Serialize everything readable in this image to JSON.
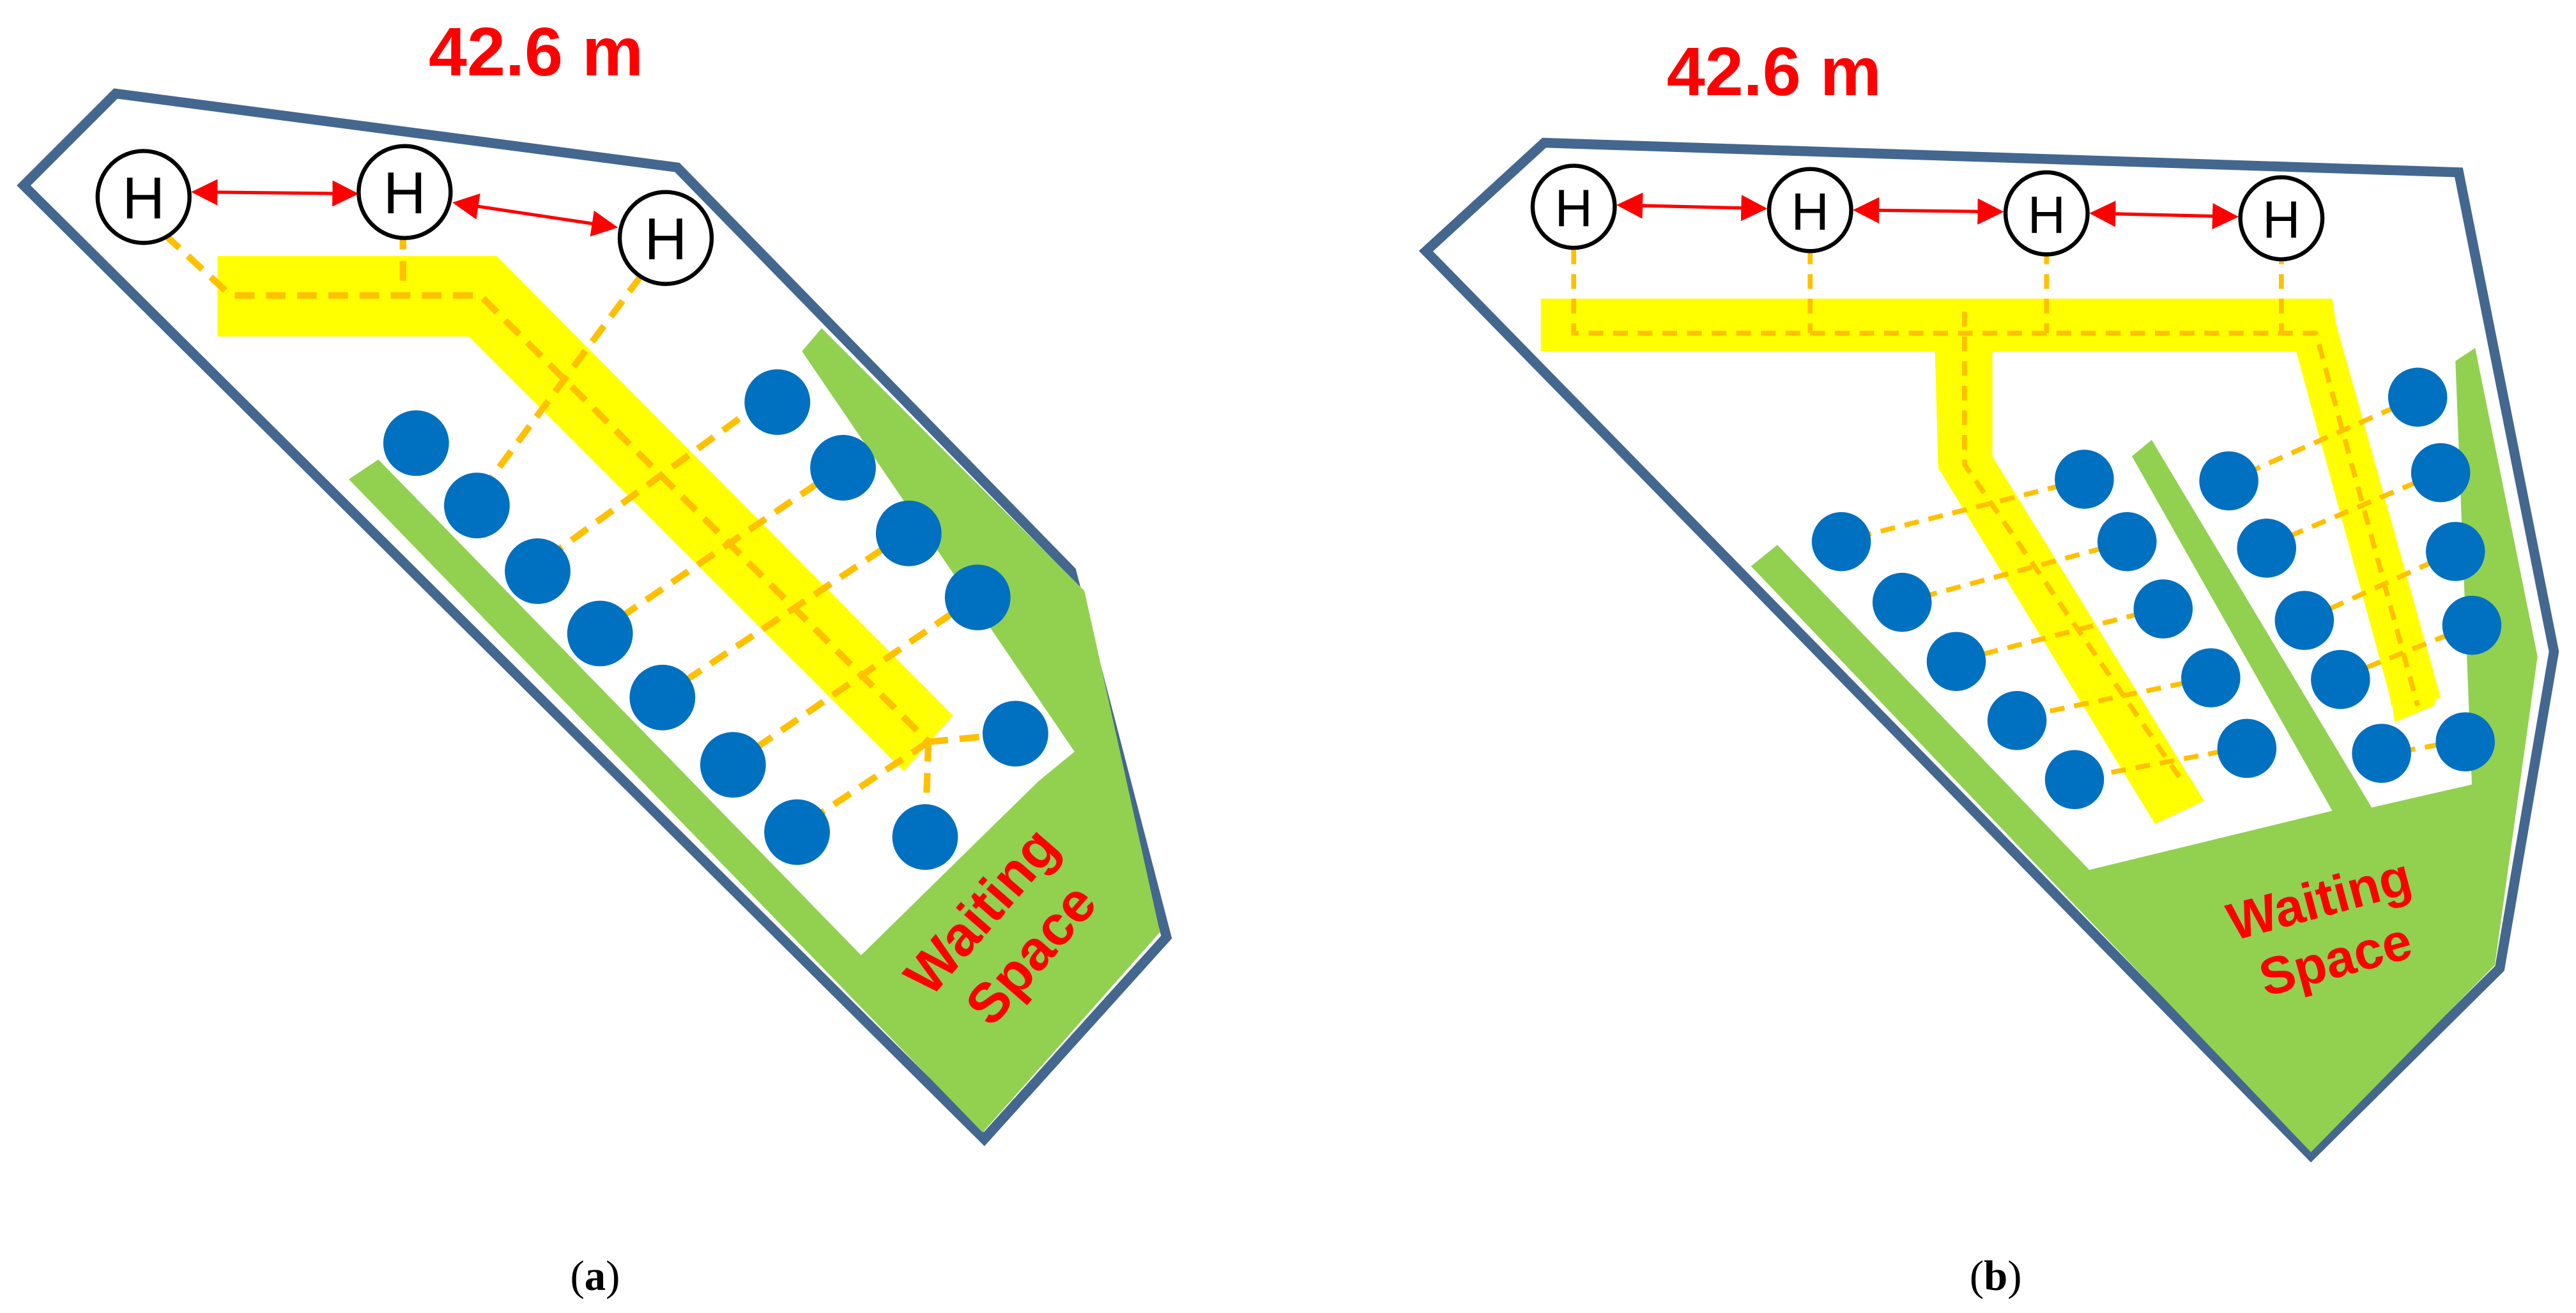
{
  "panels": [
    {
      "id": "a",
      "dimension": "42.6 m",
      "waiting_line1": "Waiting",
      "waiting_line2": "Space",
      "caption_letter": "a",
      "heli_symbol": "H"
    },
    {
      "id": "b",
      "dimension": "42.6 m",
      "waiting_line1": "Waiting",
      "waiting_line2": "Space",
      "caption_letter": "b",
      "heli_symbol": "H"
    }
  ],
  "colors": {
    "boundary": "#44678f",
    "green": "#92d050",
    "yellow": "#ffff00",
    "node": "#0070c0",
    "dashed": "#ffc000",
    "arrow": "#ff0000",
    "label": "#ff0000",
    "helipad_stroke": "#000000"
  }
}
